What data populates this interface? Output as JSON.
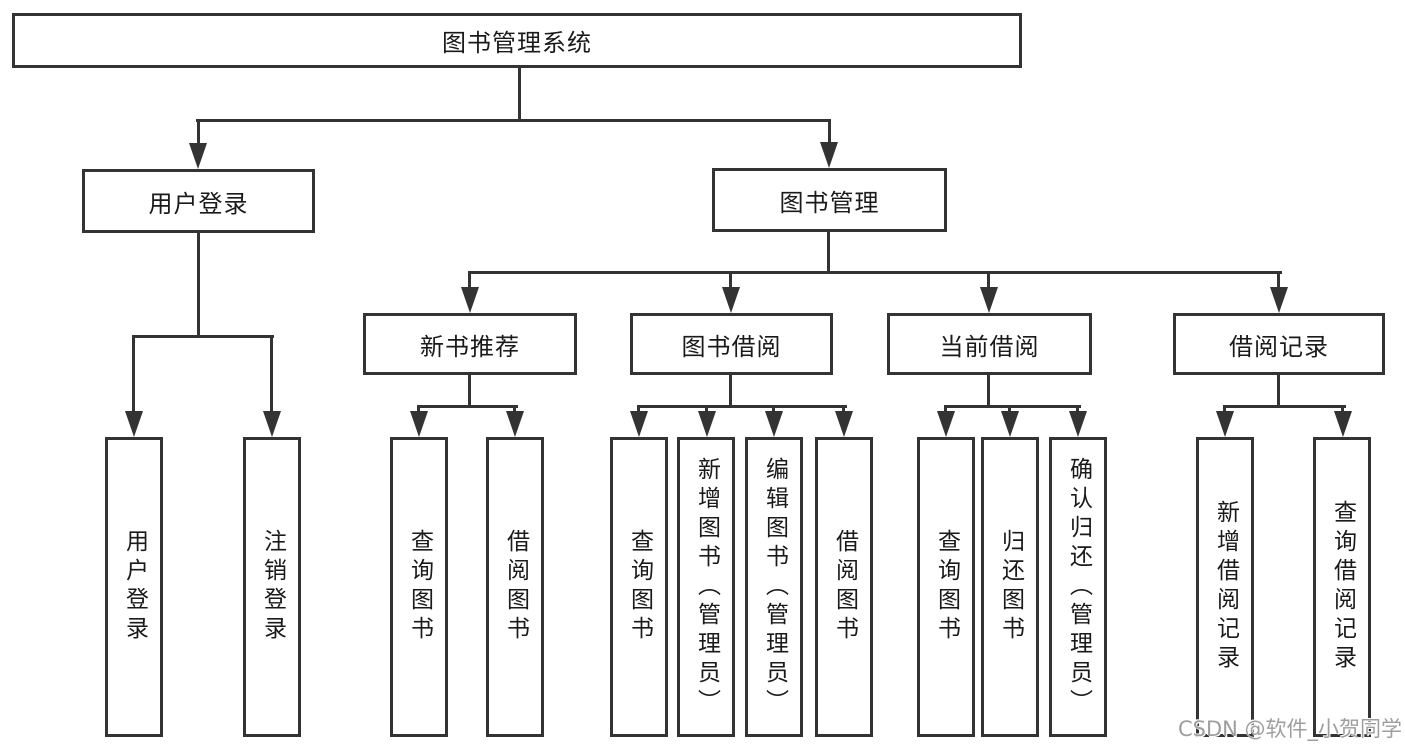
{
  "diagram": {
    "title_node": {
      "label": "图书管理系统"
    },
    "level2": [
      {
        "label": "用户登录"
      },
      {
        "label": "图书管理"
      }
    ],
    "level3": [
      {
        "label": "新书推荐"
      },
      {
        "label": "图书借阅"
      },
      {
        "label": "当前借阅"
      },
      {
        "label": "借阅记录"
      }
    ],
    "leaves": [
      {
        "label": "用户登录"
      },
      {
        "label": "注销登录"
      },
      {
        "label": "查询图书"
      },
      {
        "label": "借阅图书"
      },
      {
        "label": "查询图书"
      },
      {
        "label": "新增图书（管理员）"
      },
      {
        "label": "编辑图书（管理员）"
      },
      {
        "label": "借阅图书"
      },
      {
        "label": "查询图书"
      },
      {
        "label": "归还图书"
      },
      {
        "label": "确认归还（管理员）"
      },
      {
        "label": "新增借阅记录"
      },
      {
        "label": "查询借阅记录"
      }
    ]
  },
  "watermark": {
    "text": "CSDN @软件_小贺同学"
  },
  "colors": {
    "line": "#333333",
    "text": "#1a1a1a",
    "watermark": "#9e9e9e",
    "background": "#ffffff"
  }
}
